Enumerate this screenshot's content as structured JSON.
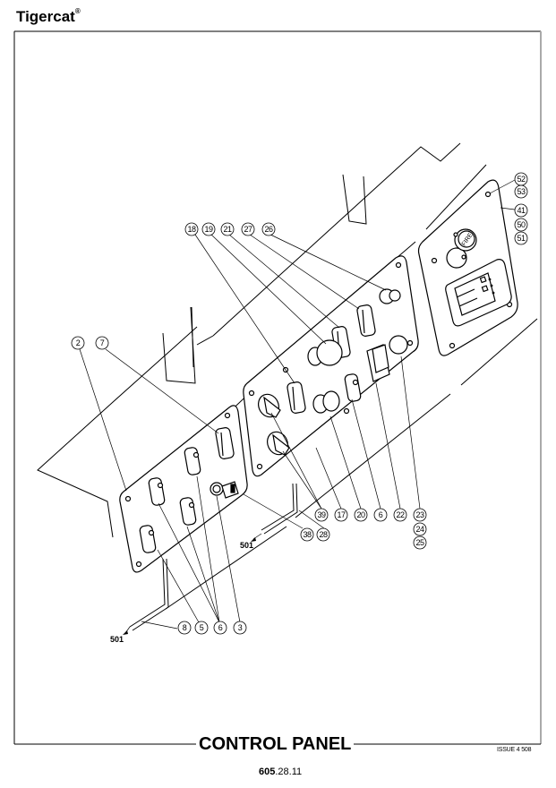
{
  "header": {
    "brand": "Tigercat",
    "trademark": "®"
  },
  "figure": {
    "title": "CONTROL PANEL",
    "issue": "ISSUE 4 508",
    "page_number_bold": "605",
    "page_number_rest": ".28.11",
    "fire_label": "FIRE"
  },
  "callouts": [
    {
      "id": "c-18",
      "label": "18"
    },
    {
      "id": "c-19",
      "label": "19"
    },
    {
      "id": "c-21",
      "label": "21"
    },
    {
      "id": "c-27",
      "label": "27"
    },
    {
      "id": "c-26",
      "label": "26"
    },
    {
      "id": "c-52",
      "label": "52"
    },
    {
      "id": "c-53",
      "label": "53"
    },
    {
      "id": "c-41",
      "label": "41"
    },
    {
      "id": "c-50",
      "label": "50"
    },
    {
      "id": "c-51",
      "label": "51"
    },
    {
      "id": "c-2",
      "label": "2"
    },
    {
      "id": "c-7",
      "label": "7"
    },
    {
      "id": "c-39",
      "label": "39"
    },
    {
      "id": "c-17",
      "label": "17"
    },
    {
      "id": "c-20",
      "label": "20"
    },
    {
      "id": "c-6b",
      "label": "6"
    },
    {
      "id": "c-22",
      "label": "22"
    },
    {
      "id": "c-23",
      "label": "23"
    },
    {
      "id": "c-24",
      "label": "24"
    },
    {
      "id": "c-25",
      "label": "25"
    },
    {
      "id": "c-38",
      "label": "38"
    },
    {
      "id": "c-28",
      "label": "28"
    },
    {
      "id": "c-8",
      "label": "8"
    },
    {
      "id": "c-5",
      "label": "5"
    },
    {
      "id": "c-6a",
      "label": "6"
    },
    {
      "id": "c-3",
      "label": "3"
    }
  ],
  "references": [
    {
      "id": "ref-501-a",
      "label": "501"
    },
    {
      "id": "ref-501-b",
      "label": "501"
    }
  ]
}
